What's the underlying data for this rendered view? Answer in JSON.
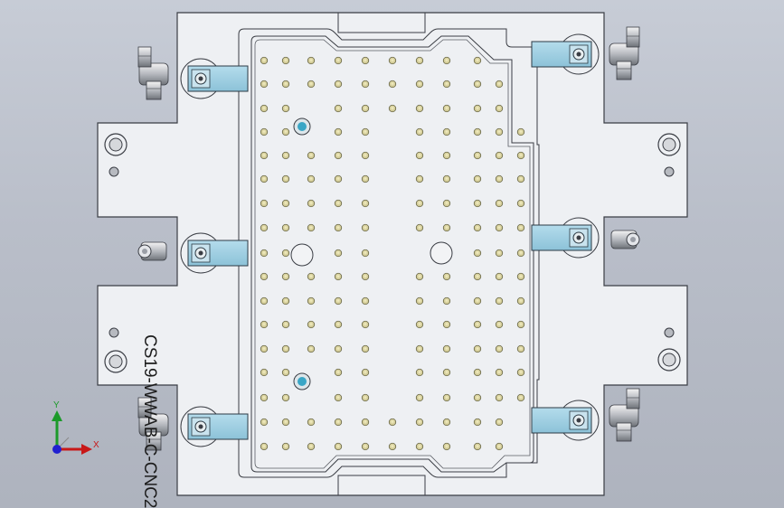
{
  "part": {
    "label": "CS19-WWAB-C-CNC2"
  },
  "triad": {
    "x_label": "X",
    "y_label": "Y"
  },
  "colors": {
    "background": "#bcc1cc",
    "plate": "#eef0f3",
    "outline": "#3a3d44",
    "clamp": "#9ecce0",
    "hole_fill": "#e8e2a4",
    "axis_x": "#c81818",
    "axis_y": "#1c9a2a",
    "axis_z": "#2020d0"
  },
  "icons": {
    "triad": "coordinate-triad-icon",
    "clamp": "clamp-icon",
    "fitting": "elbow-fitting-icon"
  }
}
